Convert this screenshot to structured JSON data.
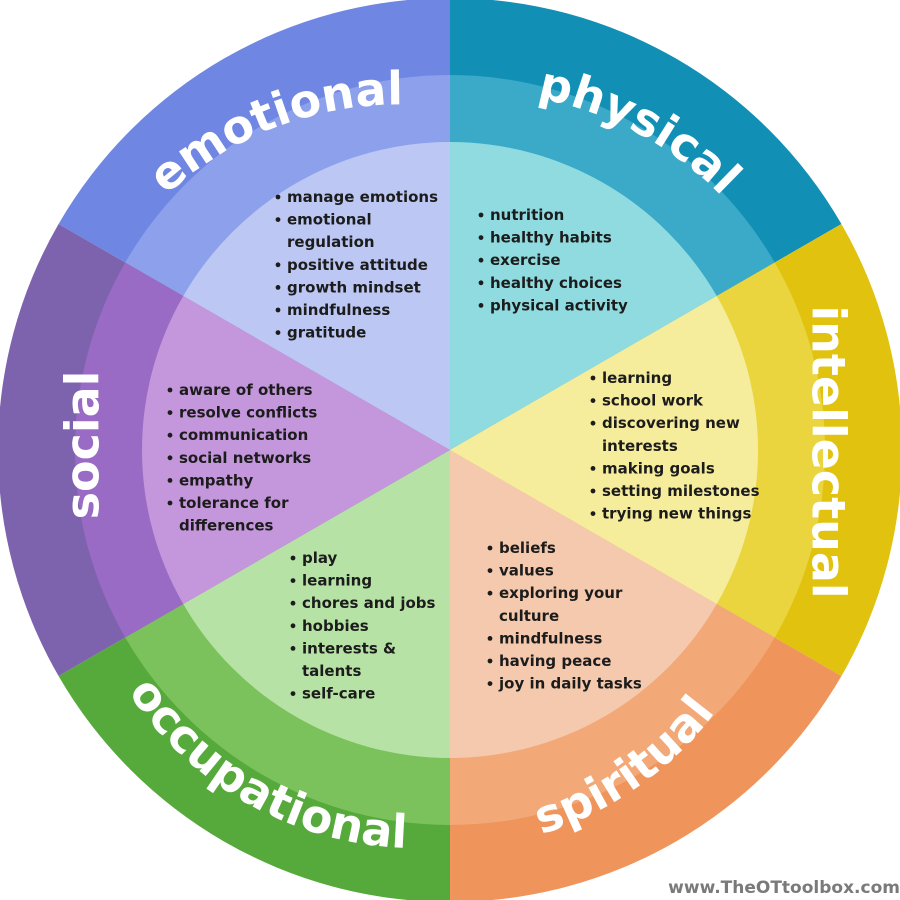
{
  "segments": [
    {
      "id": "emotional",
      "title": "emotional",
      "colors": {
        "outer": "#6f86e3",
        "band": "#8da0ec",
        "inner": "#bcc8f3"
      },
      "items": [
        "manage emotions",
        "emotional",
        "regulation",
        "positive attitude",
        "growth mindset",
        "mindfulness",
        "gratitude"
      ]
    },
    {
      "id": "physical",
      "title": "physical",
      "colors": {
        "outer": "#128fb4",
        "band": "#3aaac8",
        "inner": "#8fdbe0"
      },
      "items": [
        "nutrition",
        "healthy habits",
        "exercise",
        "healthy choices",
        "physical activity"
      ]
    },
    {
      "id": "intellectual",
      "title": "intellectual",
      "colors": {
        "outer": "#e0c20f",
        "band": "#ead53e",
        "inner": "#f6ed9c"
      },
      "items": [
        "learning",
        "school work",
        "discovering new",
        "interests",
        "making goals",
        "setting milestones",
        "trying new things"
      ]
    },
    {
      "id": "spiritual",
      "title": "spiritual",
      "colors": {
        "outer": "#ef945a",
        "band": "#f2a877",
        "inner": "#f5c9ad"
      },
      "items": [
        "beliefs",
        "values",
        "exploring your",
        "culture",
        "mindfulness",
        "having peace",
        "joy in daily tasks"
      ]
    },
    {
      "id": "occupational",
      "title": "occupational",
      "colors": {
        "outer": "#56a93b",
        "band": "#7cc25c",
        "inner": "#b6e3a5"
      },
      "items": [
        "play",
        "learning",
        "chores and jobs",
        "hobbies",
        "interests &",
        "talents",
        "self-care"
      ]
    },
    {
      "id": "social",
      "title": "social",
      "colors": {
        "outer": "#7d62ad",
        "band": "#9a6bc4",
        "inner": "#c496dc"
      },
      "items": [
        "aware of others",
        "resolve conflicts",
        "communication",
        "social networks",
        "empathy",
        "tolerance for",
        "differences"
      ]
    }
  ],
  "credit": "www.TheOTtoolbox.com"
}
